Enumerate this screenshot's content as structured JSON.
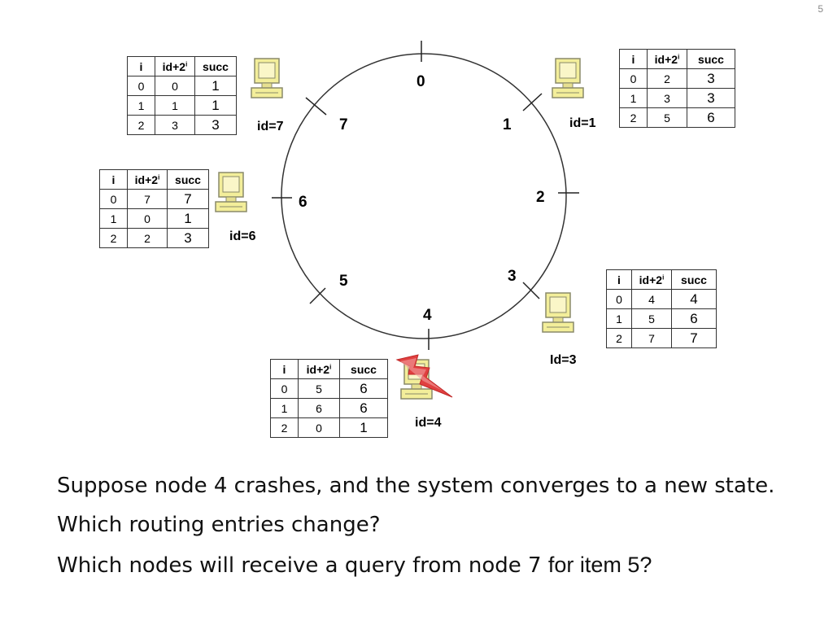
{
  "page_number": "5",
  "ring_positions": [
    "0",
    "1",
    "2",
    "3",
    "4",
    "5",
    "6",
    "7"
  ],
  "nodes": [
    {
      "id": "7",
      "label": "id=7",
      "table": {
        "headers": [
          "i",
          "id+2",
          "succ"
        ],
        "rows": [
          [
            "0",
            "0",
            "1"
          ],
          [
            "1",
            "1",
            "1"
          ],
          [
            "2",
            "3",
            "3"
          ]
        ]
      }
    },
    {
      "id": "1",
      "label": "id=1",
      "table": {
        "headers": [
          "i",
          "id+2",
          "succ"
        ],
        "rows": [
          [
            "0",
            "2",
            "3"
          ],
          [
            "1",
            "3",
            "3"
          ],
          [
            "2",
            "5",
            "6"
          ]
        ]
      }
    },
    {
      "id": "6",
      "label": "id=6",
      "table": {
        "headers": [
          "i",
          "id+2",
          "succ"
        ],
        "rows": [
          [
            "0",
            "7",
            "7"
          ],
          [
            "1",
            "0",
            "1"
          ],
          [
            "2",
            "2",
            "3"
          ]
        ]
      }
    },
    {
      "id": "3",
      "label": "Id=3",
      "table": {
        "headers": [
          "i",
          "id+2",
          "succ"
        ],
        "rows": [
          [
            "0",
            "4",
            "4"
          ],
          [
            "1",
            "5",
            "6"
          ],
          [
            "2",
            "7",
            "7"
          ]
        ]
      }
    },
    {
      "id": "4",
      "label": "id=4",
      "table": {
        "headers": [
          "i",
          "id+2",
          "succ"
        ],
        "rows": [
          [
            "0",
            "5",
            "6"
          ],
          [
            "1",
            "6",
            "6"
          ],
          [
            "2",
            "0",
            "1"
          ]
        ]
      },
      "crashed": true
    }
  ],
  "header_superscript": "i",
  "questions": {
    "line1": "Suppose node 4 crashes, and the system converges to a new state.",
    "line2": "Which routing entries change?",
    "line3_a": "Which nodes will receive a query from node 7 ",
    "line3_b": "for item 5?"
  },
  "colors": {
    "computer": "#f3ee9a",
    "computer_outline": "#8a8a6a",
    "crash_bolt": "#e04040"
  }
}
